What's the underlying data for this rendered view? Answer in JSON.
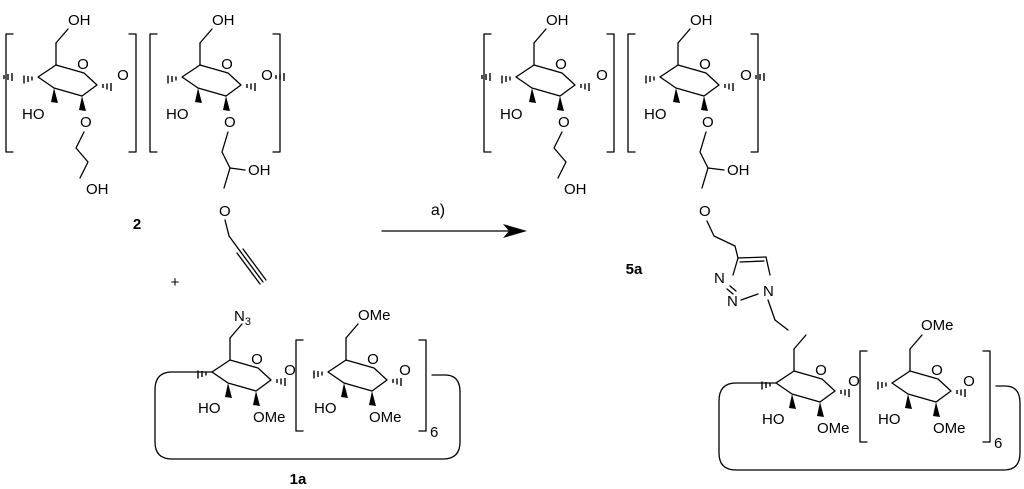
{
  "scheme": {
    "compound_2_label": "2",
    "compound_1a_label": "1a",
    "compound_5a_label": "5a",
    "plus_sign": "+",
    "reagent_label": "a)",
    "repeat_n": "6",
    "atoms": {
      "oh": "OH",
      "ho": "HO",
      "o": "O",
      "ome": "OMe",
      "n3": "N",
      "n3_sub": "3",
      "n": "N"
    }
  }
}
